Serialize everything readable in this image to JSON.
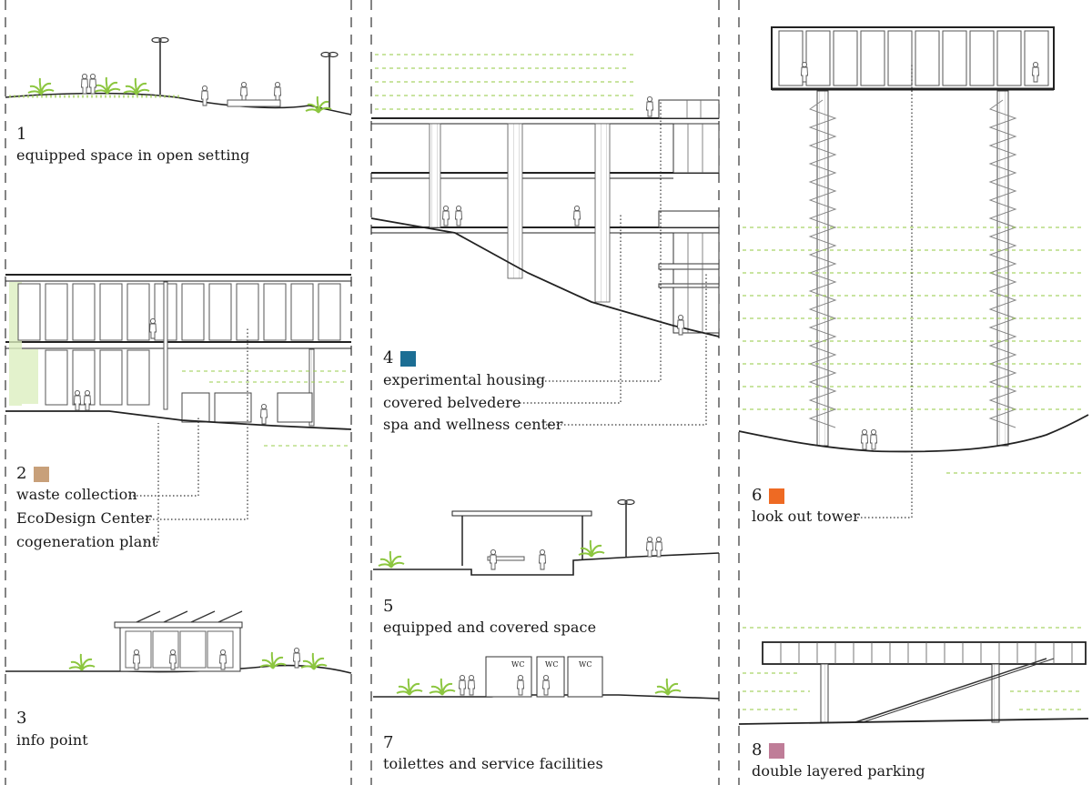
{
  "colors": {
    "waste": "#c8a07a",
    "housing": "#1c6e94",
    "tower": "#ee6a23",
    "parking": "#bf7d98",
    "vegetation": "#9fcf56",
    "line": "#222222"
  },
  "sections": {
    "s1": {
      "number": "1",
      "title": "equipped space in open setting"
    },
    "s2": {
      "number": "2",
      "items": [
        "waste collection",
        "EcoDesign Center",
        "cogeneration plant"
      ]
    },
    "s3": {
      "number": "3",
      "title": "info point"
    },
    "s4": {
      "number": "4",
      "items": [
        "experimental housing",
        "covered belvedere",
        "spa and wellness center"
      ]
    },
    "s5": {
      "number": "5",
      "title": "equipped and covered space"
    },
    "s6": {
      "number": "6",
      "title": "look out tower"
    },
    "s7": {
      "number": "7",
      "title": "toilettes and service facilities",
      "wc_label": "WC"
    },
    "s8": {
      "number": "8",
      "title": "double layered parking"
    }
  }
}
